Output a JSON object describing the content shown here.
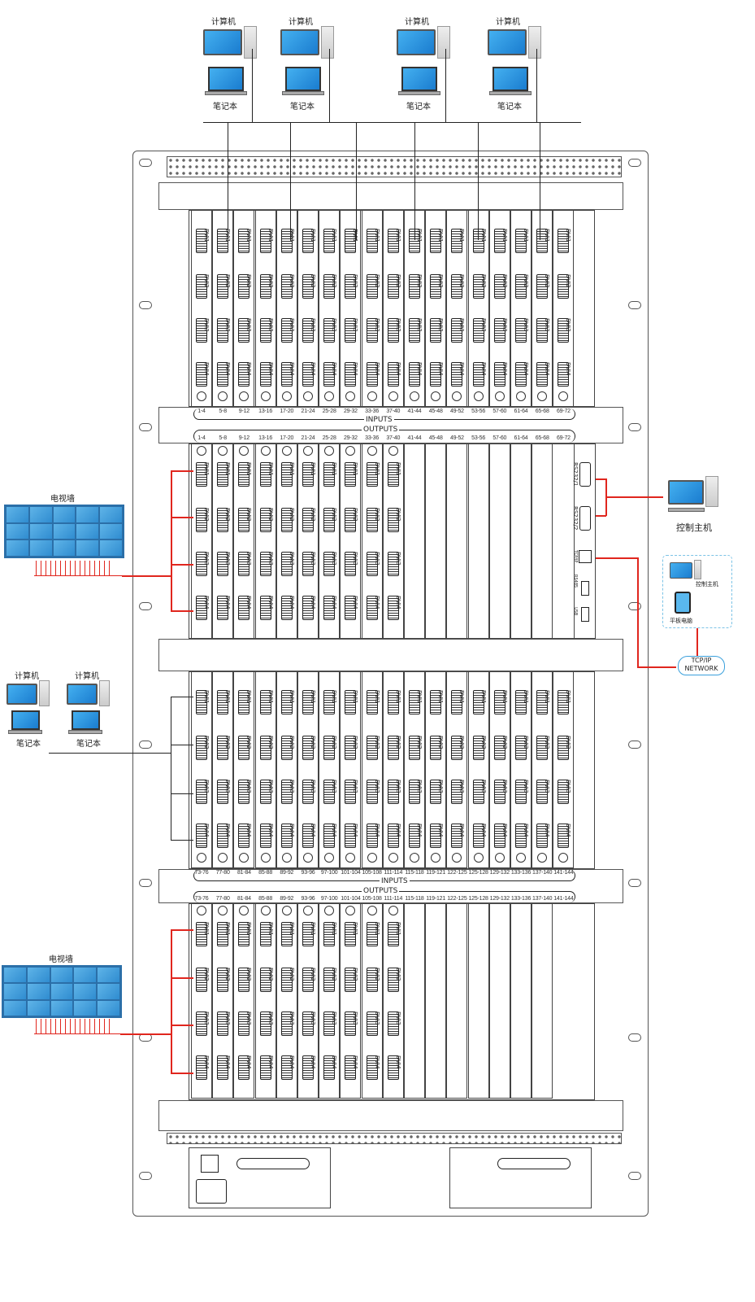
{
  "top_devices": [
    {
      "desktop": "计算机",
      "laptop": "笔记本"
    },
    {
      "desktop": "计算机",
      "laptop": "笔记本"
    },
    {
      "desktop": "计算机",
      "laptop": "笔记本"
    },
    {
      "desktop": "计算机",
      "laptop": "笔记本"
    }
  ],
  "left_devices": [
    {
      "desktop": "计算机",
      "laptop": "笔记本"
    },
    {
      "desktop": "计算机",
      "laptop": "笔记本"
    }
  ],
  "tv_walls": [
    {
      "label": "电视墙"
    },
    {
      "label": "电视墙"
    }
  ],
  "port_labels": [
    "DVI1",
    "DVI2",
    "DVI3",
    "DVI4"
  ],
  "group_labels": {
    "inputs": "INPUTS",
    "outputs": "OUTPUTS"
  },
  "ranges_1": [
    "1-4",
    "5-8",
    "9-12",
    "13-16",
    "17-20",
    "21-24",
    "25-28",
    "29-32",
    "33-36",
    "37-40",
    "41-44",
    "45-48",
    "49-52",
    "53-56",
    "57-60",
    "61-64",
    "65-68",
    "69-72"
  ],
  "ranges_2": [
    "73-76",
    "77-80",
    "81-84",
    "85-88",
    "89-92",
    "93-96",
    "97-100",
    "101-104",
    "105-108",
    "111-114",
    "115-118",
    "119-121",
    "122-125",
    "125-128",
    "129-132",
    "133-136",
    "137-140",
    "141-144"
  ],
  "control_card": {
    "ports": [
      "RS232/1",
      "RS232/2",
      "TCP/IP",
      "RS485",
      "USB"
    ]
  },
  "control_host": {
    "label": "控制主机"
  },
  "network_box": {
    "host_label": "控制主机",
    "tablet_label": "平板电脑"
  },
  "network": {
    "label": "TCP/IP NETWORK",
    "line1": "TCP/IP",
    "line2": "NETWORK"
  },
  "colors": {
    "signal": "#e0261e",
    "screen": "#2f8cd0",
    "line": "#222222"
  }
}
